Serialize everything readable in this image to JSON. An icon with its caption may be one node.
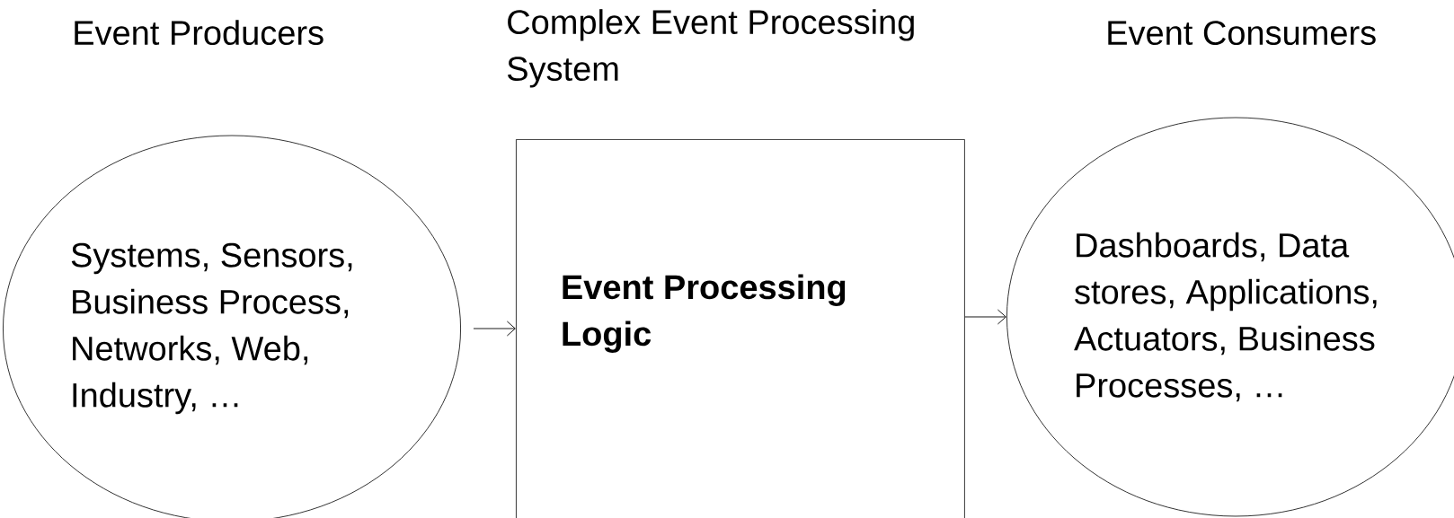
{
  "diagram": {
    "nodes": [
      {
        "text": [
          "Event Producers",
          "Systems, Sensors, Business Process, Networks, Web, Industry, …"
        ]
      },
      {
        "text": [
          "Complex Event Processing System",
          "Event Processing Logic"
        ]
      },
      {
        "text": [
          "Event Consumers",
          "Dashboards, Data stores, Applications, Actuators, Business Processes, …"
        ]
      }
    ],
    "edges": [
      {
        "from": 0,
        "to": 1,
        "arrow": "to"
      },
      {
        "from": 1,
        "to": 2,
        "arrow": "to"
      }
    ]
  }
}
